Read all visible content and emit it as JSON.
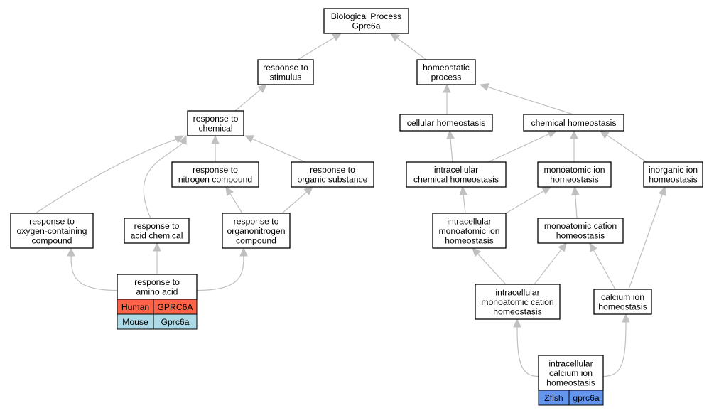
{
  "colors": {
    "human": "#fe6347",
    "mouse": "#add8e6",
    "zfish": "#6495ed",
    "edge": "#c0c0c0"
  },
  "nodes": [
    {
      "id": "bp",
      "lines": [
        "Biological Process",
        "Gprc6a"
      ]
    },
    {
      "id": "stim",
      "lines": [
        "response to",
        "stimulus"
      ]
    },
    {
      "id": "homeo",
      "lines": [
        "homeostatic",
        "process"
      ]
    },
    {
      "id": "chem",
      "lines": [
        "response to",
        "chemical"
      ]
    },
    {
      "id": "cellhomeo",
      "lines": [
        "cellular homeostasis"
      ]
    },
    {
      "id": "chemhomeo",
      "lines": [
        "chemical homeostasis"
      ]
    },
    {
      "id": "nitro",
      "lines": [
        "response to",
        "nitrogen compound"
      ]
    },
    {
      "id": "organic",
      "lines": [
        "response to",
        "organic substance"
      ]
    },
    {
      "id": "intrachem",
      "lines": [
        "intracellular",
        "chemical homeostasis"
      ]
    },
    {
      "id": "monoion",
      "lines": [
        "monoatomic ion",
        "homeostasis"
      ]
    },
    {
      "id": "inorg",
      "lines": [
        "inorganic ion",
        "homeostasis"
      ]
    },
    {
      "id": "oxy",
      "lines": [
        "response to",
        "oxygen-containing",
        "compound"
      ]
    },
    {
      "id": "acid",
      "lines": [
        "response to",
        "acid chemical"
      ]
    },
    {
      "id": "organonitro",
      "lines": [
        "response to",
        "organonitrogen",
        "compound"
      ]
    },
    {
      "id": "intramonoion",
      "lines": [
        "intracellular",
        "monoatomic ion",
        "homeostasis"
      ]
    },
    {
      "id": "monocation",
      "lines": [
        "monoatomic cation",
        "homeostasis"
      ]
    },
    {
      "id": "amino",
      "lines": [
        "response to",
        "amino acid"
      ],
      "genes": [
        {
          "species": "Human",
          "gene": "GPRC6A",
          "color": "human"
        },
        {
          "species": "Mouse",
          "gene": "Gprc6a",
          "color": "mouse"
        }
      ]
    },
    {
      "id": "intramonocation",
      "lines": [
        "intracellular",
        "monoatomic cation",
        "homeostasis"
      ]
    },
    {
      "id": "calcium",
      "lines": [
        "calcium ion",
        "homeostasis"
      ]
    },
    {
      "id": "intracalcium",
      "lines": [
        "intracellular",
        "calcium ion",
        "homeostasis"
      ],
      "genes": [
        {
          "species": "Zfish",
          "gene": "gprc6a",
          "color": "zfish"
        }
      ]
    }
  ],
  "edges": [
    [
      "stim",
      "bp"
    ],
    [
      "homeo",
      "bp"
    ],
    [
      "chem",
      "stim"
    ],
    [
      "cellhomeo",
      "homeo"
    ],
    [
      "chemhomeo",
      "homeo"
    ],
    [
      "nitro",
      "chem"
    ],
    [
      "organic",
      "chem"
    ],
    [
      "oxy",
      "chem"
    ],
    [
      "acid",
      "chem"
    ],
    [
      "intrachem",
      "cellhomeo"
    ],
    [
      "intrachem",
      "chemhomeo"
    ],
    [
      "monoion",
      "chemhomeo"
    ],
    [
      "inorg",
      "chemhomeo"
    ],
    [
      "amino",
      "oxy"
    ],
    [
      "amino",
      "acid"
    ],
    [
      "amino",
      "organonitro"
    ],
    [
      "organonitro",
      "nitro"
    ],
    [
      "organonitro",
      "organic"
    ],
    [
      "intramonoion",
      "intrachem"
    ],
    [
      "intramonoion",
      "monoion"
    ],
    [
      "monocation",
      "monoion"
    ],
    [
      "intramonocation",
      "intramonoion"
    ],
    [
      "intramonocation",
      "monocation"
    ],
    [
      "calcium",
      "monocation"
    ],
    [
      "calcium",
      "inorg"
    ],
    [
      "intracalcium",
      "intramonocation"
    ],
    [
      "intracalcium",
      "calcium"
    ]
  ]
}
